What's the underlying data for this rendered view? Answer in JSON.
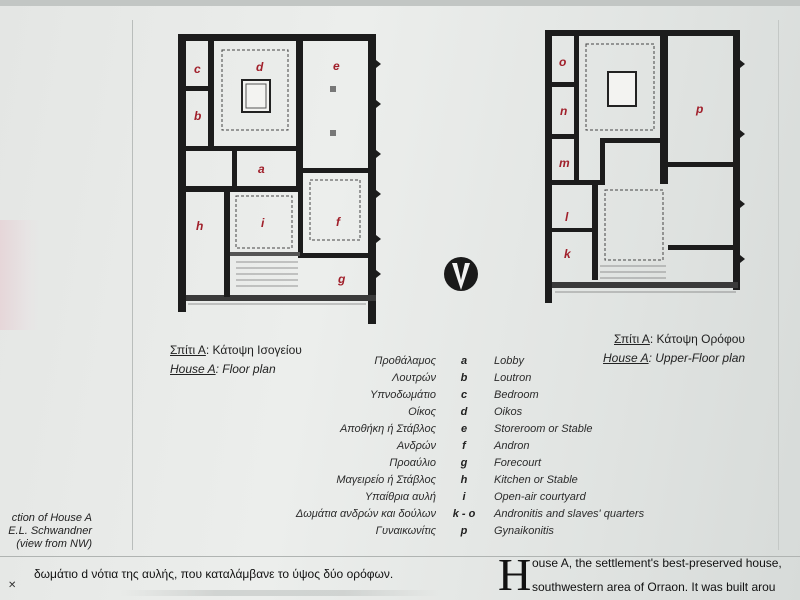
{
  "ground_plan": {
    "room_letters": [
      "c",
      "d",
      "e",
      "b",
      "a",
      "h",
      "i",
      "f",
      "g"
    ],
    "caption_gr_prefix": "Σπίτι Α",
    "caption_gr_suffix": ": Κάτοψη Ισογείου",
    "caption_en_prefix": "House A",
    "caption_en_suffix": ": Floor plan"
  },
  "upper_plan": {
    "room_letters": [
      "o",
      "n",
      "p",
      "m",
      "l",
      "k"
    ],
    "caption_gr_prefix": "Σπίτι Α",
    "caption_gr_suffix": ": Κάτοψη Ορόφου",
    "caption_en_prefix": "House A",
    "caption_en_suffix": ": Upper-Floor plan"
  },
  "legend": [
    {
      "gr": "Προθάλαμος",
      "code": "a",
      "en": "Lobby"
    },
    {
      "gr": "Λουτρών",
      "code": "b",
      "en": "Loutron"
    },
    {
      "gr": "Υπνοδωμάτιο",
      "code": "c",
      "en": "Bedroom"
    },
    {
      "gr": "Οίκος",
      "code": "d",
      "en": "Oikos"
    },
    {
      "gr": "Αποθήκη ή Στάβλος",
      "code": "e",
      "en": "Storeroom or Stable"
    },
    {
      "gr": "Ανδρών",
      "code": "f",
      "en": "Andron"
    },
    {
      "gr": "Προαύλιο",
      "code": "g",
      "en": "Forecourt"
    },
    {
      "gr": "Μαγειρείο ή Στάβλος",
      "code": "h",
      "en": "Kitchen or Stable"
    },
    {
      "gr": "Υπαίθρια αυλή",
      "code": "i",
      "en": "Open-air courtyard"
    },
    {
      "gr": "Δωμάτια ανδρών και δούλων",
      "code": "k - o",
      "en": "Andronitis and slaves' quarters"
    },
    {
      "gr": "Γυναικωνίτις",
      "code": "p",
      "en": "Gynaikonitis"
    }
  ],
  "left_caption": {
    "line1": "ction of House A",
    "line2": "E.L. Schwandner",
    "line3": "(view from NW)"
  },
  "bottom_text": {
    "greek_line": "δωμάτιο d νότια της αυλής, που καταλάμβανε το ύψος δύο ορόφων.",
    "drop_cap": "H",
    "en_line1": "ouse A, the settlement's best-preserved house,",
    "en_line2": "southwestern area of Orraon. It was built arou"
  }
}
